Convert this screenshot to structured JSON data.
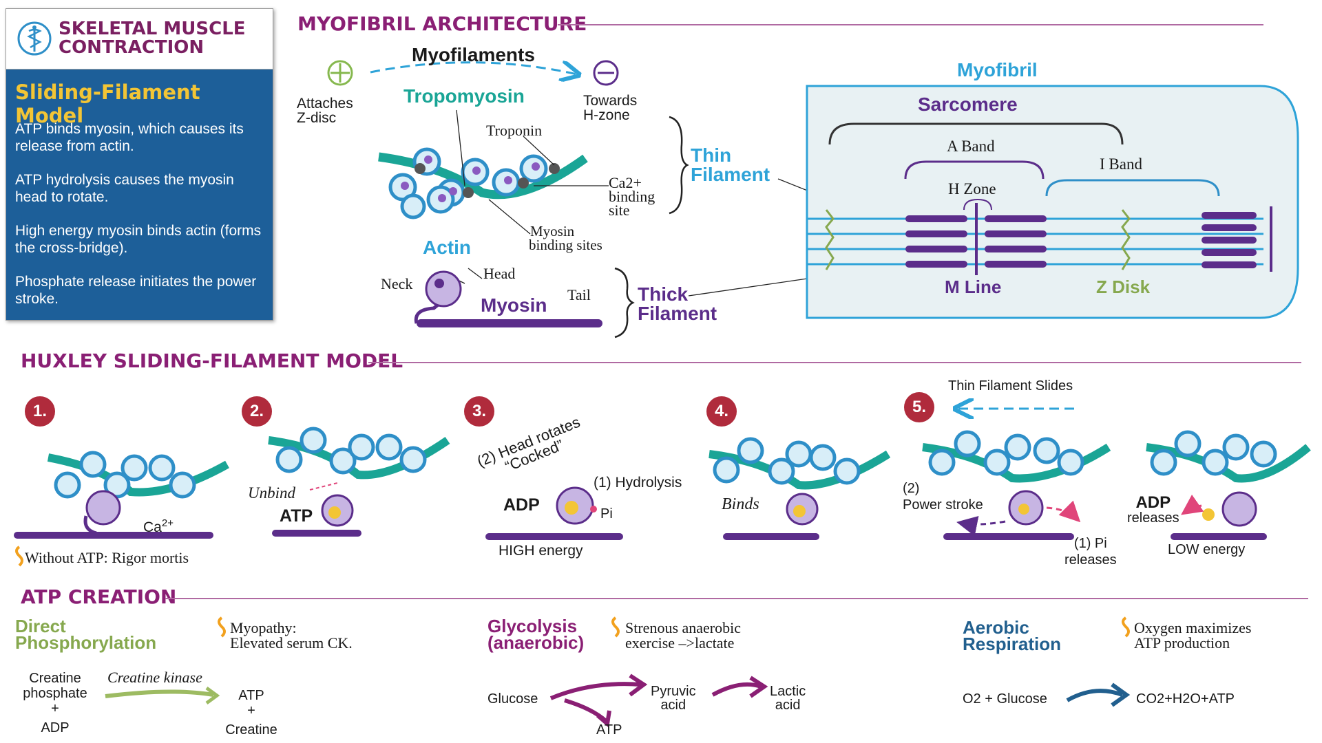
{
  "title_card": {
    "title_line1": "SKELETAL MUSCLE",
    "title_line2": "CONTRACTION",
    "model_heading": "Sliding-Filament Model",
    "steps": [
      "ATP binds myosin, which causes its release from actin.",
      "ATP hydrolysis causes the myosin head to rotate.",
      "High energy myosin binds actin (forms the cross-bridge).",
      "Phosphate release initiates the power stroke."
    ]
  },
  "myofibril_architecture": {
    "heading": "MYOFIBRIL ARCHITECTURE",
    "myofilaments": "Myofilaments",
    "attaches_line1": "Attaches",
    "attaches_line2": "Z-disc",
    "towards_line1": "Towards",
    "towards_line2": "H-zone",
    "tropomyosin": "Tropomyosin",
    "troponin": "Troponin",
    "ca_binding_line1": "Ca2+",
    "ca_binding_line2": "binding",
    "ca_binding_line3": "site",
    "actin": "Actin",
    "myosin_binding_line1": "Myosin",
    "myosin_binding_line2": "binding sites",
    "thin_filament_line1": "Thin",
    "thin_filament_line2": "Filament",
    "neck": "Neck",
    "head": "Head",
    "tail": "Tail",
    "myosin": "Myosin",
    "thick_filament_line1": "Thick",
    "thick_filament_line2": "Filament",
    "myofibril": "Myofibril",
    "sarcomere": "Sarcomere",
    "a_band": "A Band",
    "i_band": "I Band",
    "h_zone": "H Zone",
    "m_line": "M Line",
    "z_disk": "Z Disk"
  },
  "huxley": {
    "heading": "HUXLEY SLIDING-FILAMENT MODEL",
    "steps": [
      "1.",
      "2.",
      "3.",
      "4.",
      "5."
    ],
    "ca_label": "Ca",
    "ca_sup": "2+",
    "rigor": "Without ATP: Rigor mortis",
    "unbind": "Unbind",
    "atp": "ATP",
    "head_rotates_line1": "(2) Head rotates",
    "head_rotates_line2": "“Cocked”",
    "hydrolysis": "(1) Hydrolysis",
    "adp": "ADP",
    "pi": "Pi",
    "high_energy": "HIGH energy",
    "binds": "Binds",
    "thin_slides": "Thin Filament Slides",
    "power_stroke_line1": "(2)",
    "power_stroke_line2": "Power stroke",
    "pi_releases_line1": "(1) Pi",
    "pi_releases_line2": "releases",
    "adp_releases_line1": "ADP",
    "adp_releases_line2": "releases",
    "low_energy": "LOW energy"
  },
  "atp_creation": {
    "heading": "ATP CREATION",
    "direct_line1": "Direct",
    "direct_line2": "Phosphorylation",
    "myopathy_line1": "Myopathy:",
    "myopathy_line2": "Elevated serum CK.",
    "creatine_line1": "Creatine",
    "creatine_line2": "phosphate",
    "plus": "+",
    "adp": "ADP",
    "creatine_kinase": "Creatine kinase",
    "atp": "ATP",
    "creatine": "Creatine",
    "glycolysis_line1": "Glycolysis",
    "glycolysis_line2": "(anaerobic)",
    "strenuous_line1": "Strenous anaerobic",
    "strenuous_line2": "exercise –>lactate",
    "glucose": "Glucose",
    "pyruvic_line1": "Pyruvic",
    "pyruvic_line2": "acid",
    "lactic_line1": "Lactic",
    "lactic_line2": "acid",
    "aerobic_line1": "Aerobic",
    "aerobic_line2": "Respiration",
    "oxygen_line1": "Oxygen maximizes",
    "oxygen_line2": "ATP production",
    "o2_glucose": "O2 + Glucose",
    "products": "CO2+H2O+ATP"
  },
  "colors": {
    "section_heading": "#8a1f74",
    "title_card_bg": "#1d5f99",
    "model_heading": "#f3c535",
    "actin": "#2ea3d8",
    "tropomyosin": "#1aa596",
    "myosin": "#5b2d8a",
    "z_disk": "#86a84e",
    "step_badge": "#b02b3c",
    "pi": "#e0457a"
  }
}
